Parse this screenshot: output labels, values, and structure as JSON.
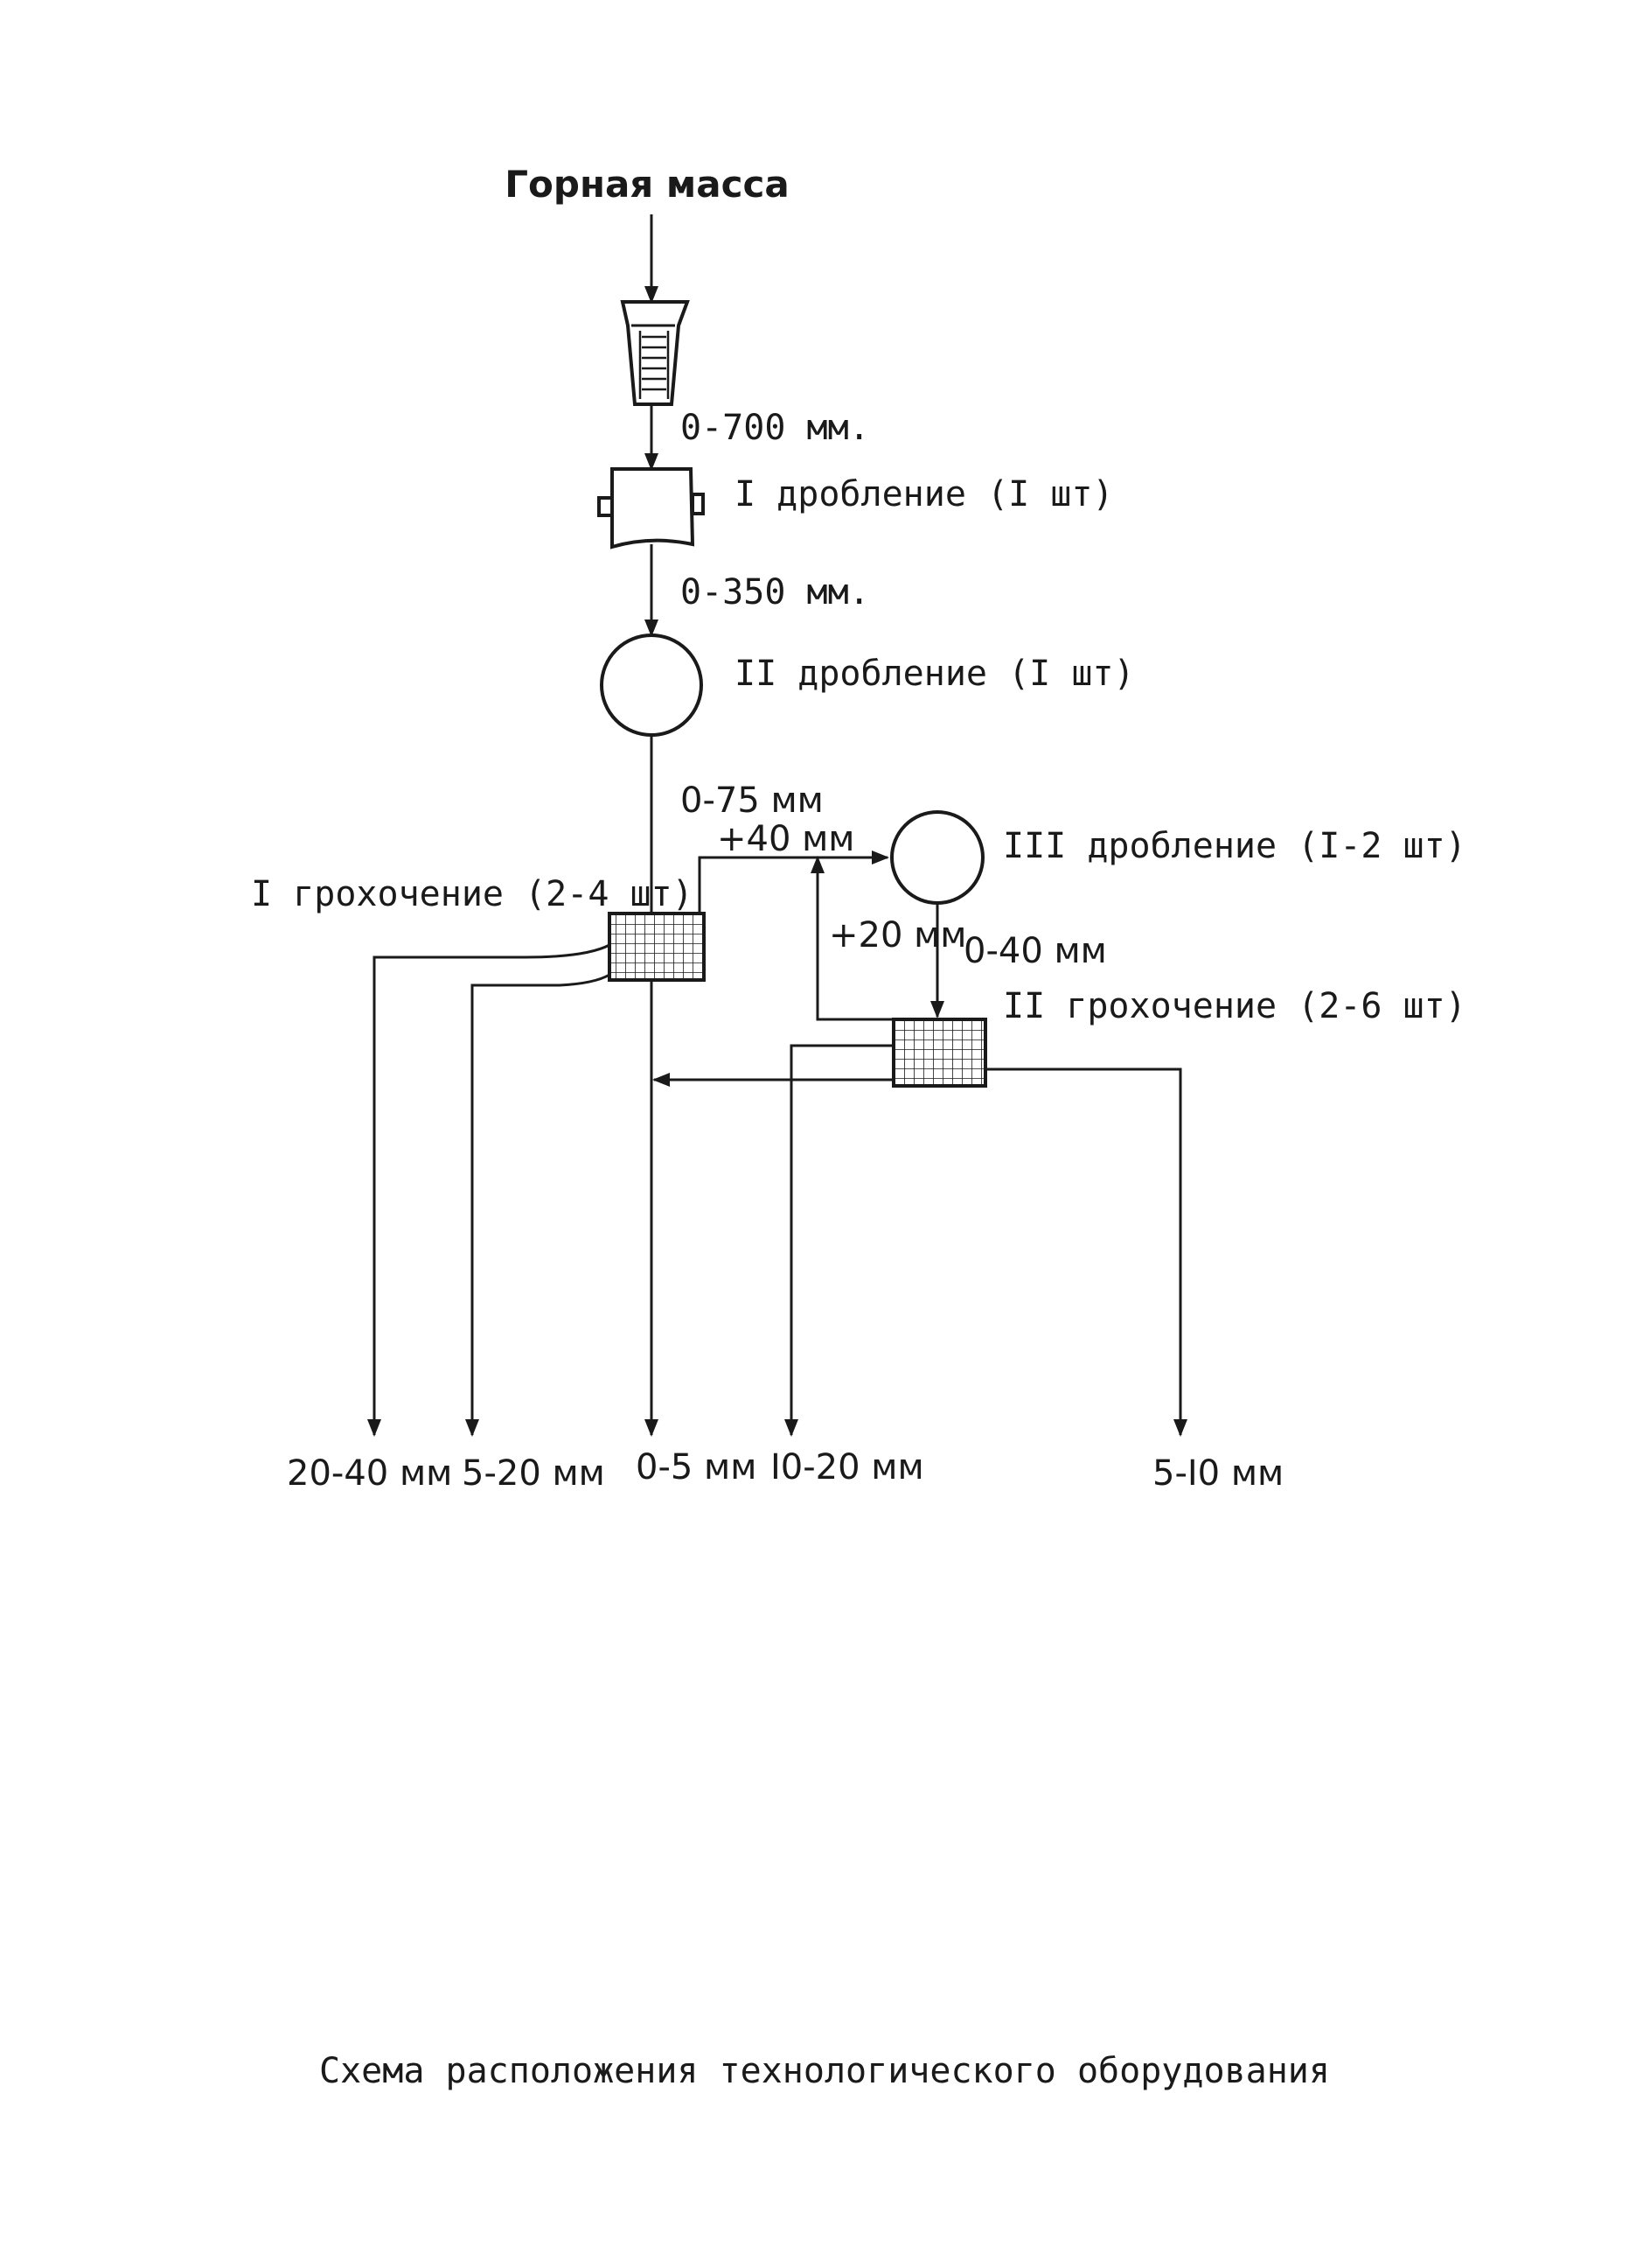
{
  "diagram": {
    "input_label": "Горная масса",
    "stage_labels": {
      "after_feeder": "0-700 мм.",
      "crusher1": "I дробление (I шт)",
      "after_crusher1": "0-350 мм.",
      "crusher2": "II дробление (I шт)",
      "after_crusher2": "0-75 мм",
      "oversize": "+40 мм",
      "crusher3": "III дробление (I-2 шт)",
      "screen1": "I грохочение (2-4 шт)",
      "recycle": "+20 мм",
      "after_crusher3": "0-40 мм",
      "screen2": "II грохочение (2-6 шт)"
    },
    "outputs": [
      "20-40 мм",
      "5-20 мм",
      "0-5 мм",
      "I0-20 мм",
      "5-I0 мм"
    ],
    "caption": "Схема расположения технологического оборудования",
    "icons": {
      "feeder": "hopper-feeder-icon",
      "crusher1": "jaw-crusher-icon",
      "crusher2": "cone-crusher-icon",
      "crusher3": "cone-crusher-icon",
      "screen1": "vibrating-screen-icon",
      "screen2": "vibrating-screen-icon"
    }
  }
}
